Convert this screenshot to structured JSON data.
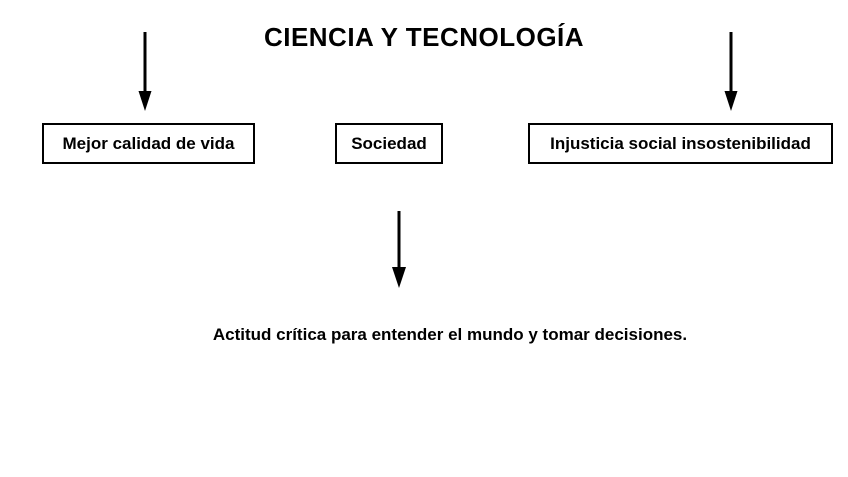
{
  "diagram": {
    "title": "CIENCIA Y TECNOLOGÍA",
    "boxes": [
      {
        "label": "Mejor calidad de vida"
      },
      {
        "label": "Sociedad"
      },
      {
        "label": "Injusticia social insostenibilidad"
      }
    ],
    "conclusion": "Actitud crítica para entender el mundo y tomar decisiones.",
    "icons": {
      "left_arrow": "down-arrow-icon",
      "right_arrow": "down-arrow-icon",
      "middle_arrow": "down-arrow-icon"
    },
    "colors": {
      "background": "#ffffff",
      "foreground": "#000000"
    }
  }
}
